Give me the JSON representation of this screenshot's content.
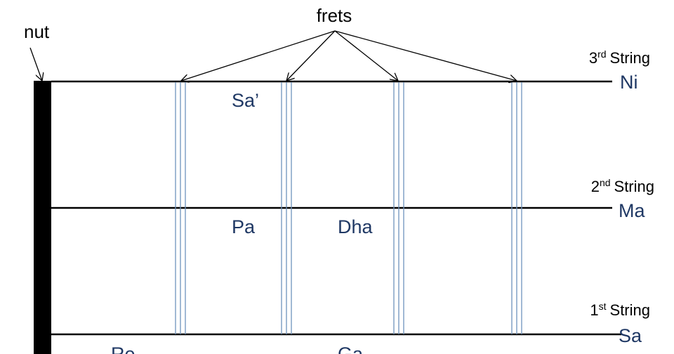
{
  "labels": {
    "frets": "frets",
    "nut": "nut"
  },
  "strings": [
    {
      "number": "3",
      "suffix": "rd",
      "word": "String",
      "open_note": "Ni"
    },
    {
      "number": "2",
      "suffix": "nd",
      "word": "String",
      "open_note": "Ma"
    },
    {
      "number": "1",
      "suffix": "st",
      "word": "String",
      "open_note": "Sa"
    }
  ],
  "notes": {
    "string3_fret1": "Sa’",
    "string2_fret1": "Pa",
    "string2_fret2": "Dha",
    "string1_nut": "Re",
    "string1_fret2": "Ga"
  },
  "colors": {
    "ink": "#000000",
    "note_text": "#1f3864",
    "fret_line": "#6e93bc"
  }
}
